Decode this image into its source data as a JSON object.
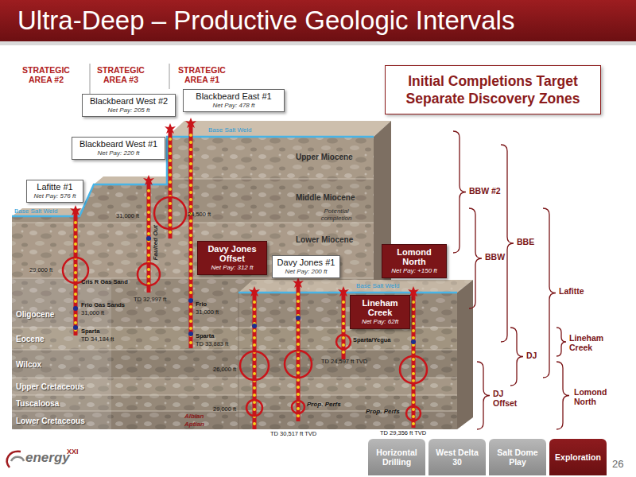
{
  "diagram": {
    "title": "Ultra-Deep – Productive Geologic Intervals",
    "nodes": [
      {
        "text": [
          "Blackbeard West #2",
          "Net Pay: 205 ft"
        ]
      },
      {
        "text": [
          "Blackbeard East #1",
          "Net Pay: 478 ft"
        ]
      },
      {
        "text": [
          "Initial Completions Target Separate Discovery Zones"
        ]
      },
      {
        "text": [
          "Blackbeard West #1",
          "Net Pay: 220 ft"
        ]
      },
      {
        "text": [
          "Lafitte #1",
          "Net Pay: 576 ft"
        ]
      },
      {
        "text": [
          "Davy Jones Offset",
          "Net Pay: 312 ft"
        ]
      },
      {
        "text": [
          "Davy Jones #1",
          "Net Pay: 200 ft"
        ]
      },
      {
        "text": [
          "Lomond North",
          "Net Pay: +150 ft"
        ]
      },
      {
        "text": [
          "Lineham Creek",
          "Net Pay: 62ft"
        ]
      },
      {
        "text": [
          "Horizontal Drilling"
        ]
      },
      {
        "text": [
          "West Delta 30"
        ]
      },
      {
        "text": [
          "Salt Dome Play"
        ]
      },
      {
        "text": [
          "Exploration"
        ]
      }
    ],
    "labels": [
      "STRATEGIC AREA #2",
      "STRATEGIC AREA #3",
      "STRATEGIC AREA #1",
      "Base Salt Weld",
      "Base Salt Weld",
      "Base Salt Weld",
      "Upper Miocene",
      "Middle Miocene",
      "Potential completion",
      "Lower Miocene",
      "29,000 ft",
      "31,000 ft",
      "24,500 ft",
      "Faulted Out",
      "Cris R Gas Sand",
      "TD 32,997 ft",
      "Frio",
      "31,000 ft",
      "Frio Gas Sands",
      "31,000 ft",
      "Oligocene",
      "Sparta",
      "TD 34,184 ft",
      "Sparta",
      "TD 33,883 ft",
      "Eocene",
      "Sparta/Yegua",
      "TD 24,597 ft TVD",
      "Wilcox",
      "26,000 ft",
      "Upper Cretaceous",
      "Tuscaloosa",
      "29,000 ft",
      "Prop. Perfs",
      "Prop. Perfs",
      "Lower Cretaceous",
      "Albian",
      "Aptian",
      "TD 30,517 ft TVD",
      "TD 29,356 ft TVD",
      "BBW #2",
      "BBW",
      "BBE",
      "Lafitte",
      "Lineham Creek",
      "DJ",
      "DJ Offset",
      "Lomond North",
      "energy",
      "XXI",
      "26"
    ]
  }
}
